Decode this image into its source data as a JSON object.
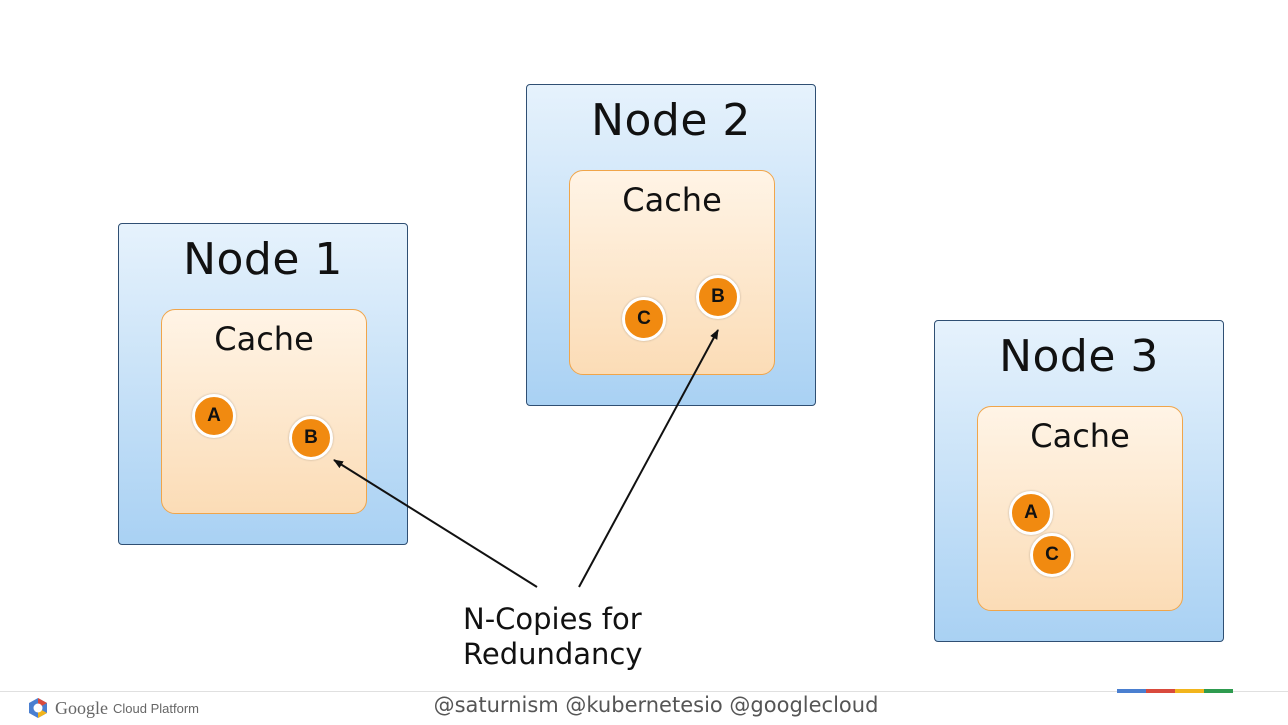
{
  "nodes": [
    {
      "title": "Node 1",
      "cache_label": "Cache",
      "items": [
        "A",
        "B"
      ]
    },
    {
      "title": "Node 2",
      "cache_label": "Cache",
      "items": [
        "C",
        "B"
      ]
    },
    {
      "title": "Node 3",
      "cache_label": "Cache",
      "items": [
        "A",
        "C"
      ]
    }
  ],
  "annotation": {
    "line1": "N-Copies for",
    "line2": "Redundancy"
  },
  "footer": {
    "brand_google": "Google",
    "brand_product": "Cloud Platform",
    "handles": "@saturnism @kubernetesio @googlecloud",
    "brand_colors": [
      "#4a7fd0",
      "#d94a3d",
      "#f2b51c",
      "#2e9b4f"
    ]
  },
  "colors": {
    "item_fill": "#f18a10",
    "node_border": "#2f4f73",
    "cache_border": "#f0a54a"
  }
}
